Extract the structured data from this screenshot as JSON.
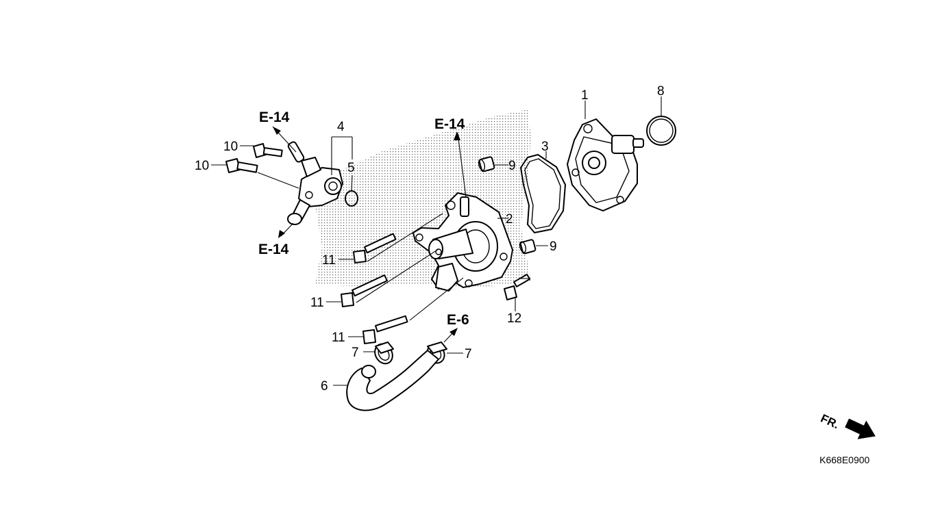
{
  "diagram": {
    "code": "K668E0900",
    "front_label": "FR.",
    "references": {
      "ref_top_left": "E-14",
      "ref_bottom_left": "E-14",
      "ref_center": "E-14",
      "ref_hose": "E-6"
    },
    "callouts": {
      "c1": "1",
      "c2": "2",
      "c3": "3",
      "c4": "4",
      "c5": "5",
      "c6": "6",
      "c7a": "7",
      "c7b": "7",
      "c8": "8",
      "c9a": "9",
      "c9b": "9",
      "c10a": "10",
      "c10b": "10",
      "c11a": "11",
      "c11b": "11",
      "c11c": "11",
      "c12": "12"
    }
  }
}
